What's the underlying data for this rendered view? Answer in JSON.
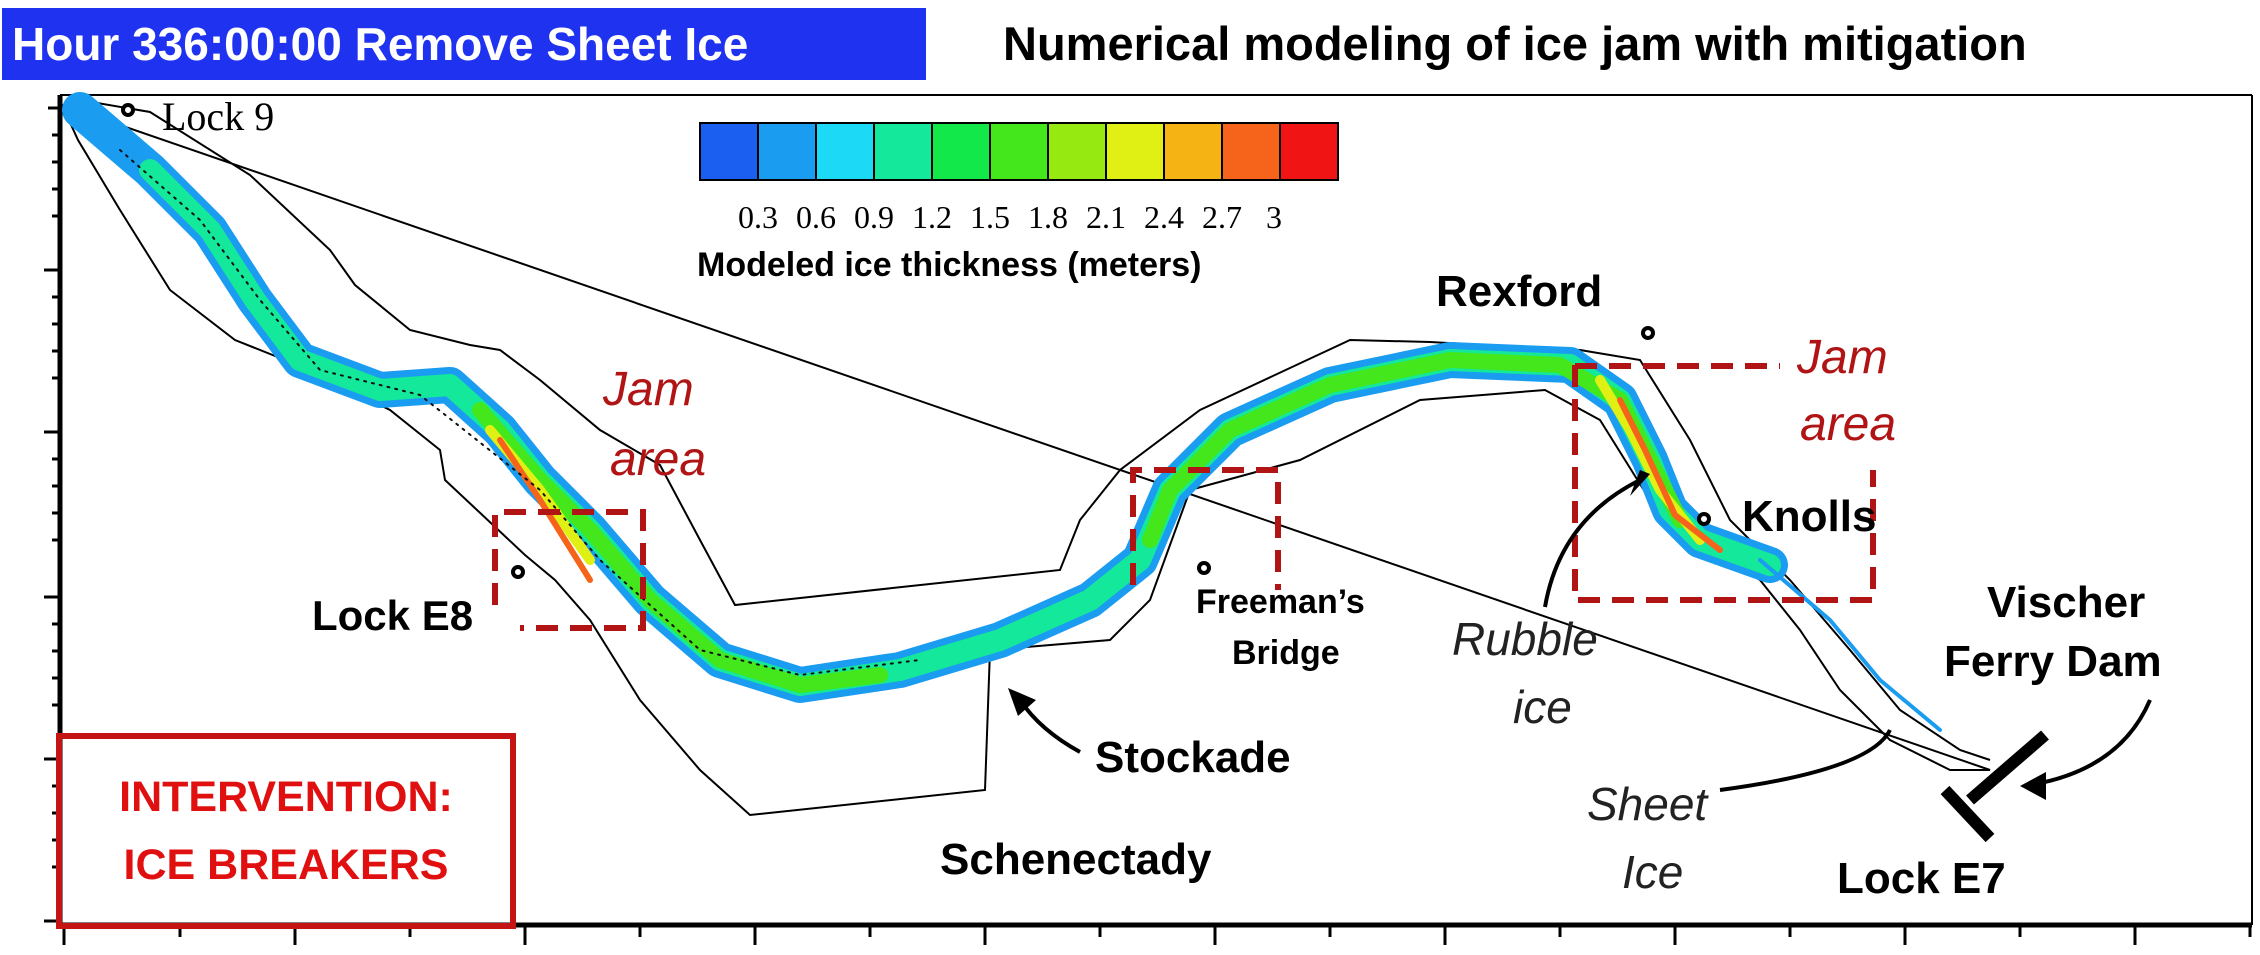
{
  "header": {
    "time_label": "Hour  336:00:00 Remove Sheet Ice",
    "title": "Numerical modeling of ice jam with mitigation"
  },
  "legend": {
    "title": "Modeled ice thickness (meters)",
    "ticks": [
      "0.3",
      "0.6",
      "0.9",
      "1.2",
      "1.5",
      "1.8",
      "2.1",
      "2.4",
      "2.7",
      "3"
    ],
    "colors": [
      "#1a5ff0",
      "#1a9cf0",
      "#1cd9f5",
      "#14e89a",
      "#12e84a",
      "#44e61c",
      "#96ea12",
      "#e0f014",
      "#f5b414",
      "#f5641a",
      "#f01414"
    ]
  },
  "map_labels": {
    "lock9": "Lock 9",
    "lock_e8": "Lock E8",
    "jam_area_1_line1": "Jam",
    "jam_area_1_line2": "area",
    "jam_area_2_line1": "Jam",
    "jam_area_2_line2": "area",
    "freemans_line1": "Freeman’s",
    "freemans_line2": "Bridge",
    "rexford": "Rexford",
    "knolls": "Knolls",
    "rubble_line1": "Rubble",
    "rubble_line2": "ice",
    "vischer_line1": "Vischer",
    "vischer_line2": "Ferry Dam",
    "stockade": "Stockade",
    "schenectady": "Schenectady",
    "sheet_line1": "Sheet",
    "sheet_line2": "Ice",
    "lock_e7": "Lock E7"
  },
  "intervention": {
    "line1": "INTERVENTION:",
    "line2": "ICE BREAKERS"
  },
  "colors": {
    "header_bg": "#1f32f0",
    "jam_box": "#b01414",
    "intervention": "#e01010"
  }
}
